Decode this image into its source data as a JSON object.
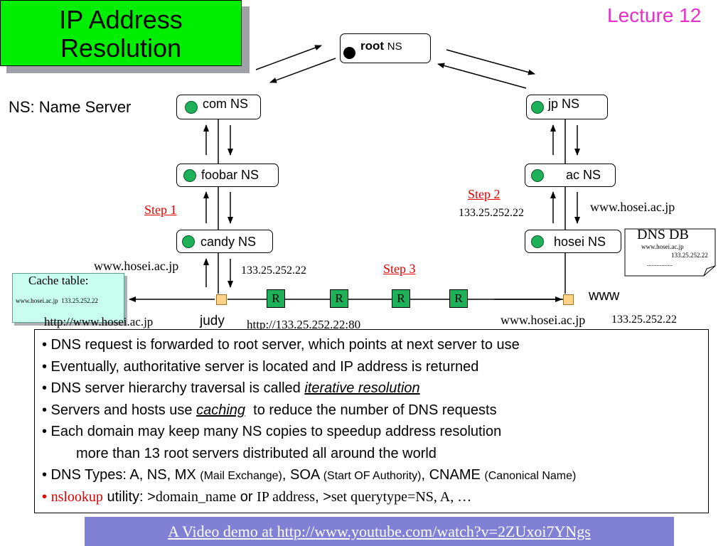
{
  "title": {
    "line1": "IP Address",
    "line2": "Resolution"
  },
  "lecture": "Lecture 12",
  "legend": "NS: Name Server",
  "servers": {
    "root_bold": "root",
    "root_rest": "NS",
    "com": "com NS",
    "foobar": "foobar NS",
    "candy": "candy NS",
    "jp": "jp NS",
    "ac": "ac NS",
    "hosei": "hosei NS"
  },
  "steps": {
    "step1": "Step 1",
    "step2": "Step 2",
    "step3": "Step 3"
  },
  "labels": {
    "www_query_left": "www.hosei.ac.jp",
    "ip_reply_left": "133.25.252.22",
    "step2_ip": "133.25.252.22",
    "www_query_right": "www.hosei.ac.jp",
    "judy": "judy",
    "judy_url": "http://www.hosei.ac.jp",
    "http_ip": "http://133.25.252.22:80",
    "www_host": "www",
    "www_host_full": "www.hosei.ac.jp",
    "www_host_ip": "133.25.252.22",
    "router": "R"
  },
  "cache": {
    "title": "Cache table:",
    "entry": "www.hosei.ac.jp  133.25.252.22"
  },
  "dnsdb": {
    "title": "DNS DB",
    "line1": "www.hosei.ac.jp",
    "line2": "133.25.252.22",
    "line3": "................"
  },
  "bullets": {
    "b1": "• DNS request is forwarded to root server, which points at next server to use",
    "b2": "• Eventually, authoritative server is located and IP address is returned",
    "b3_pre": "• DNS server hierarchy traversal is called ",
    "b3_em": "iterative resolution ",
    "b4_pre": "• Servers and hosts use ",
    "b4_em": "caching",
    "b4_post": "  to reduce the number of DNS requests",
    "b5": "• Each domain may keep many NS copies to speedup address resolution",
    "b5_cont": "more than 13 root servers distributed all around the world",
    "b6_a": "• DNS Types: A, NS, MX ",
    "b6_b": "(Mail Exchange)",
    "b6_c": ", SOA ",
    "b6_d": "(Start OF Authority)",
    "b6_e": ", CNAME ",
    "b6_f": "(Canonical Name)",
    "b7_bullet": "• ",
    "b7_cmd": "nslookup",
    "b7_a": " utility: >",
    "b7_b": "domain_name",
    "b7_c": " or ",
    "b7_d": "IP address",
    "b7_e": ", >",
    "b7_f": "set querytype=NS, A, …"
  },
  "demo_link": "A Video demo at http://www.youtube.com/watch?v=2ZUxoi7YNgs",
  "colors": {
    "title_bg": "#00ee00",
    "lecture": "#e530c7",
    "node_dot": "#1eb15a",
    "router": "#1eb15a",
    "cache_bg": "#c8ffee",
    "demo_bg": "#8080d4",
    "step_red": "#e00000"
  }
}
